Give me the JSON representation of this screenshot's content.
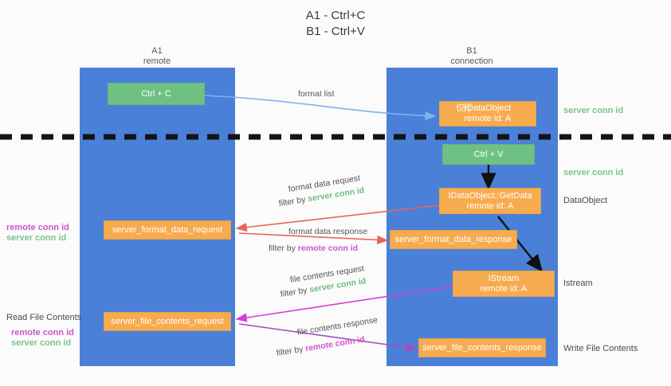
{
  "title": {
    "line1": "A1 - Ctrl+C",
    "line2": "B1 - Ctrl+V"
  },
  "columns": [
    {
      "name": "A1",
      "sub": "remote"
    },
    {
      "name": "B1",
      "sub": "connection"
    }
  ],
  "nodes": {
    "ctrl_c": {
      "label": "Ctrl + C"
    },
    "idataobject_top": {
      "ghost": "仅行",
      "line1": "IDataObject",
      "line2": "remote id: A"
    },
    "ctrl_v": {
      "label": "Ctrl + V"
    },
    "getdata": {
      "line1": "IDataObject::GetData",
      "line2": "remote id: A"
    },
    "istream": {
      "line1": "IStream",
      "line2": "remote id: A"
    },
    "server_format_data_request": {
      "label": "server_format_data_request"
    },
    "server_format_data_response": {
      "label": "server_format_data_response"
    },
    "server_file_contents_request": {
      "label": "server_file_contents_request"
    },
    "server_file_contents_response": {
      "label": "server_file_contents_response"
    }
  },
  "right_labels": {
    "server_conn_id_top": "server conn id",
    "server_conn_id_mid": "server conn id",
    "dataobject": "DataObject",
    "istream": "Istream",
    "write_file_contents": "Write File Contents"
  },
  "left_labels": {
    "remote_conn_id_1": "remote conn id",
    "server_conn_id_1": "server conn id",
    "read_file_contents": "Read File Contents",
    "remote_conn_id_2": "remote conn id",
    "server_conn_id_2": "server conn id"
  },
  "edges": {
    "format_list": "format list",
    "format_data_request": "format data request",
    "format_data_request_filter_prefix": "filter by ",
    "format_data_request_filter_value": "server conn id",
    "format_data_response": "format data response",
    "format_data_response_filter_prefix": "filter by ",
    "format_data_response_filter_value": "remote conn id",
    "file_contents_request": "file contents request",
    "file_contents_request_filter_prefix": "filter by ",
    "file_contents_request_filter_value": "server conn id",
    "file_contents_response": "file contents response",
    "file_contents_response_filter_prefix": "filter by ",
    "file_contents_response_filter_value": "remote conn id"
  },
  "colors": {
    "lane": "#4a80d8",
    "green_node": "#6fc183",
    "orange_node": "#f7ab4f",
    "server_conn_id": "#6cbd80",
    "remote_conn_id": "#cc55cc",
    "arrow_blue": "#7fb2e8",
    "arrow_red": "#e8645a",
    "arrow_magenta": "#d63fd6",
    "arrow_purple": "#a24fc4",
    "arrow_black": "#111111",
    "divider": "#141414"
  }
}
